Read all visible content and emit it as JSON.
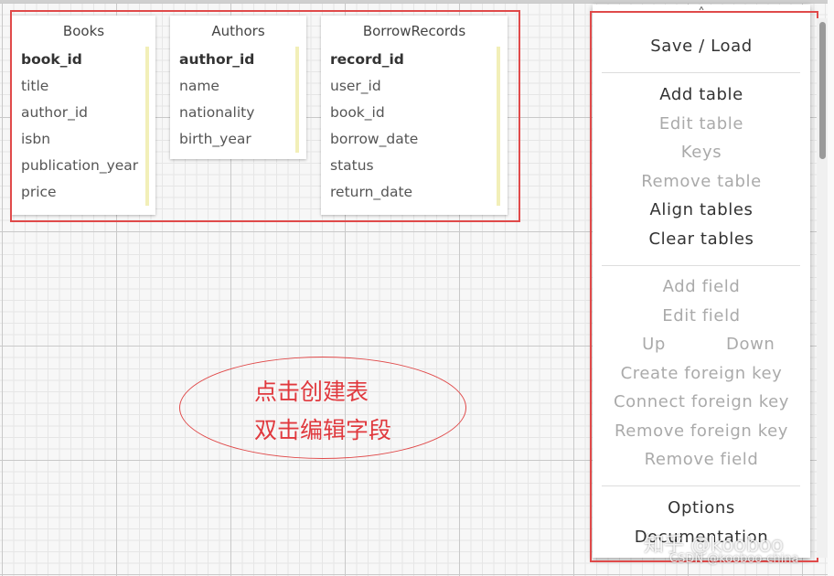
{
  "tables": [
    {
      "name": "Books",
      "fields": [
        {
          "name": "book_id",
          "primary": true
        },
        {
          "name": "title",
          "primary": false
        },
        {
          "name": "author_id",
          "primary": false
        },
        {
          "name": "isbn",
          "primary": false
        },
        {
          "name": "publication_year",
          "primary": false
        },
        {
          "name": "price",
          "primary": false
        }
      ]
    },
    {
      "name": "Authors",
      "fields": [
        {
          "name": "author_id",
          "primary": true
        },
        {
          "name": "name",
          "primary": false
        },
        {
          "name": "nationality",
          "primary": false
        },
        {
          "name": "birth_year",
          "primary": false
        }
      ]
    },
    {
      "name": "BorrowRecords",
      "fields": [
        {
          "name": "record_id",
          "primary": true
        },
        {
          "name": "user_id",
          "primary": false
        },
        {
          "name": "book_id",
          "primary": false
        },
        {
          "name": "borrow_date",
          "primary": false
        },
        {
          "name": "status",
          "primary": false
        },
        {
          "name": "return_date",
          "primary": false
        }
      ]
    }
  ],
  "annotation": {
    "line1": "点击创建表",
    "line2": "双击编辑字段",
    "color": "#e0393e"
  },
  "menu": {
    "collapse_glyph": "˄",
    "save_load": "Save / Load",
    "add_table": "Add table",
    "edit_table": "Edit table",
    "keys": "Keys",
    "remove_table": "Remove table",
    "align_tables": "Align tables",
    "clear_tables": "Clear tables",
    "add_field": "Add field",
    "edit_field": "Edit field",
    "up": "Up",
    "down": "Down",
    "create_foreign_key": "Create foreign key",
    "connect_foreign_key": "Connect foreign key",
    "remove_foreign_key": "Remove foreign key",
    "remove_field": "Remove field",
    "options": "Options",
    "documentation": "Documentation"
  },
  "watermark": {
    "line1": "知乎 @kooboo",
    "line2": "CSDN @kooboo-china"
  },
  "colors": {
    "highlight": "#e04a4a",
    "key_bar": "#f2efb8",
    "menu_enabled": "#333333",
    "menu_disabled": "#aaaaaa"
  }
}
